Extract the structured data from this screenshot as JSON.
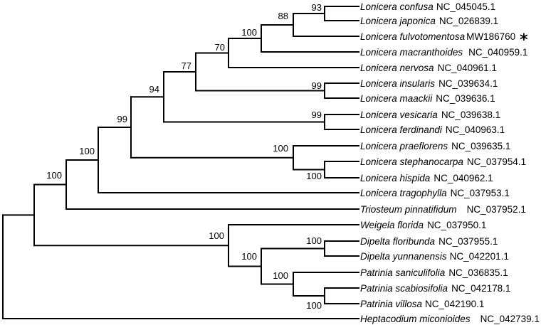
{
  "tree": {
    "taxa": [
      {
        "genus_species": "Lonicera confusa",
        "accession": "NC_045045.1"
      },
      {
        "genus_species": "Lonicera japonica",
        "accession": "NC_026839.1"
      },
      {
        "genus_species": "Lonicera fulvotomentosa",
        "accession": "MW186760",
        "marker": "*"
      },
      {
        "genus_species": "Lonicera macranthoides",
        "accession": "NC_040959.1"
      },
      {
        "genus_species": "Lonicera nervosa",
        "accession": "NC_040961.1"
      },
      {
        "genus_species": "Lonicera insularis",
        "accession": "NC_039634.1"
      },
      {
        "genus_species": "Lonicera maackii",
        "accession": "NC_039636.1"
      },
      {
        "genus_species": "Lonicera vesicaria",
        "accession": "NC_039638.1"
      },
      {
        "genus_species": "Lonicera ferdinandi",
        "accession": "NC_040963.1"
      },
      {
        "genus_species": "Lonicera praeflorens",
        "accession": "NC_039635.1"
      },
      {
        "genus_species": "Lonicera stephanocarpa",
        "accession": "NC_037954.1"
      },
      {
        "genus_species": "Lonicera hispida",
        "accession": "NC_040962.1"
      },
      {
        "genus_species": "Lonicera tragophylla",
        "accession": "NC_037953.1"
      },
      {
        "genus_species": "Triosteum pinnatifidum",
        "accession": "NC_037952.1"
      },
      {
        "genus_species": "Weigela florida",
        "accession": "NC_037950.1"
      },
      {
        "genus_species": "Dipelta floribunda",
        "accession": "NC_037955.1"
      },
      {
        "genus_species": "Dipelta yunnanensis",
        "accession": "NC_042201.1"
      },
      {
        "genus_species": "Patrinia saniculifolia",
        "accession": "NC_036835.1"
      },
      {
        "genus_species": "Patrinia scabiosifolia",
        "accession": "NC_042178.1"
      },
      {
        "genus_species": "Patrinia villosa",
        "accession": "NC_042190.1"
      },
      {
        "genus_species": "Heptacodium miconioides",
        "accession": "NC_042739.1"
      }
    ],
    "support_values": [
      "93",
      "88",
      "100",
      "70",
      "77",
      "99",
      "94",
      "99",
      "99",
      "100",
      "100",
      "100",
      "100",
      "100",
      "100",
      "100",
      "100",
      "100"
    ]
  }
}
